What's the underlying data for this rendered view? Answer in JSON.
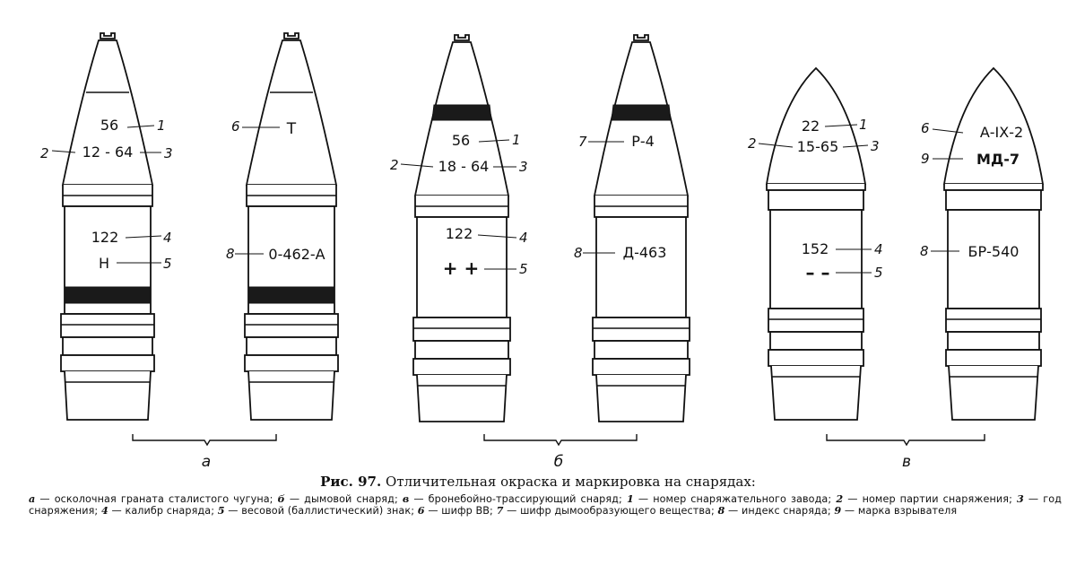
{
  "figure": {
    "title_number": "Рис. 97.",
    "title_text": "Отличительная окраска и маркировка на снарядах:",
    "groups": [
      "а",
      "б",
      "в"
    ],
    "legend": [
      {
        "key": "а",
        "text": "осколочная граната сталистого чугуна;"
      },
      {
        "key": "б",
        "text": "дымовой снаряд;"
      },
      {
        "key": "в",
        "text": "бронебойно-трассирующий снаряд;"
      },
      {
        "key": "1",
        "text": "номер снаряжательного завода;"
      },
      {
        "key": "2",
        "text": "номер партии снаряжения;"
      },
      {
        "key": "3",
        "text": "год снаряжения;"
      },
      {
        "key": "4",
        "text": "калибр снаряда;"
      },
      {
        "key": "5",
        "text": "весовой (баллистический) знак;"
      },
      {
        "key": "6",
        "text": "шифр ВВ;"
      },
      {
        "key": "7",
        "text": "шифр дымообразующего вещества;"
      },
      {
        "key": "8",
        "text": "индекс снаряда;"
      },
      {
        "key": "9",
        "text": "марка взрывателя"
      }
    ]
  },
  "shells": [
    {
      "id": "a1",
      "ogive": [
        "56",
        "12 - 64"
      ],
      "body": [
        "122",
        "Н"
      ],
      "callouts": {
        "o1": "1",
        "o2l": "2",
        "o2r": "3",
        "b1": "4",
        "b2": "5"
      }
    },
    {
      "id": "a2",
      "ogive": [
        "Т"
      ],
      "body": [
        "0-462-А"
      ],
      "callouts": {
        "o1l": "6",
        "b1l": "8"
      }
    },
    {
      "id": "b1",
      "ogive": [
        "56",
        "18 - 64"
      ],
      "body": [
        "122",
        "+ +"
      ],
      "callouts": {
        "o1": "1",
        "o2l": "2",
        "o2r": "3",
        "b1": "4",
        "b2": "5"
      }
    },
    {
      "id": "b2",
      "ogive": [
        "Р-4"
      ],
      "body": [
        "Д-463"
      ],
      "callouts": {
        "o1l": "7",
        "b1l": "8"
      }
    },
    {
      "id": "c1",
      "ogive": [
        "22",
        "15-65"
      ],
      "body": [
        "152",
        "– –"
      ],
      "callouts": {
        "o1": "1",
        "o2l": "2",
        "o2r": "3",
        "b1": "4",
        "b2": "5"
      }
    },
    {
      "id": "c2",
      "ogive": [
        "А-IХ-2",
        "МД-7"
      ],
      "body": [
        "БР-540"
      ],
      "callouts": {
        "o1l": "6",
        "o2l": "9",
        "b1l": "8"
      }
    }
  ]
}
